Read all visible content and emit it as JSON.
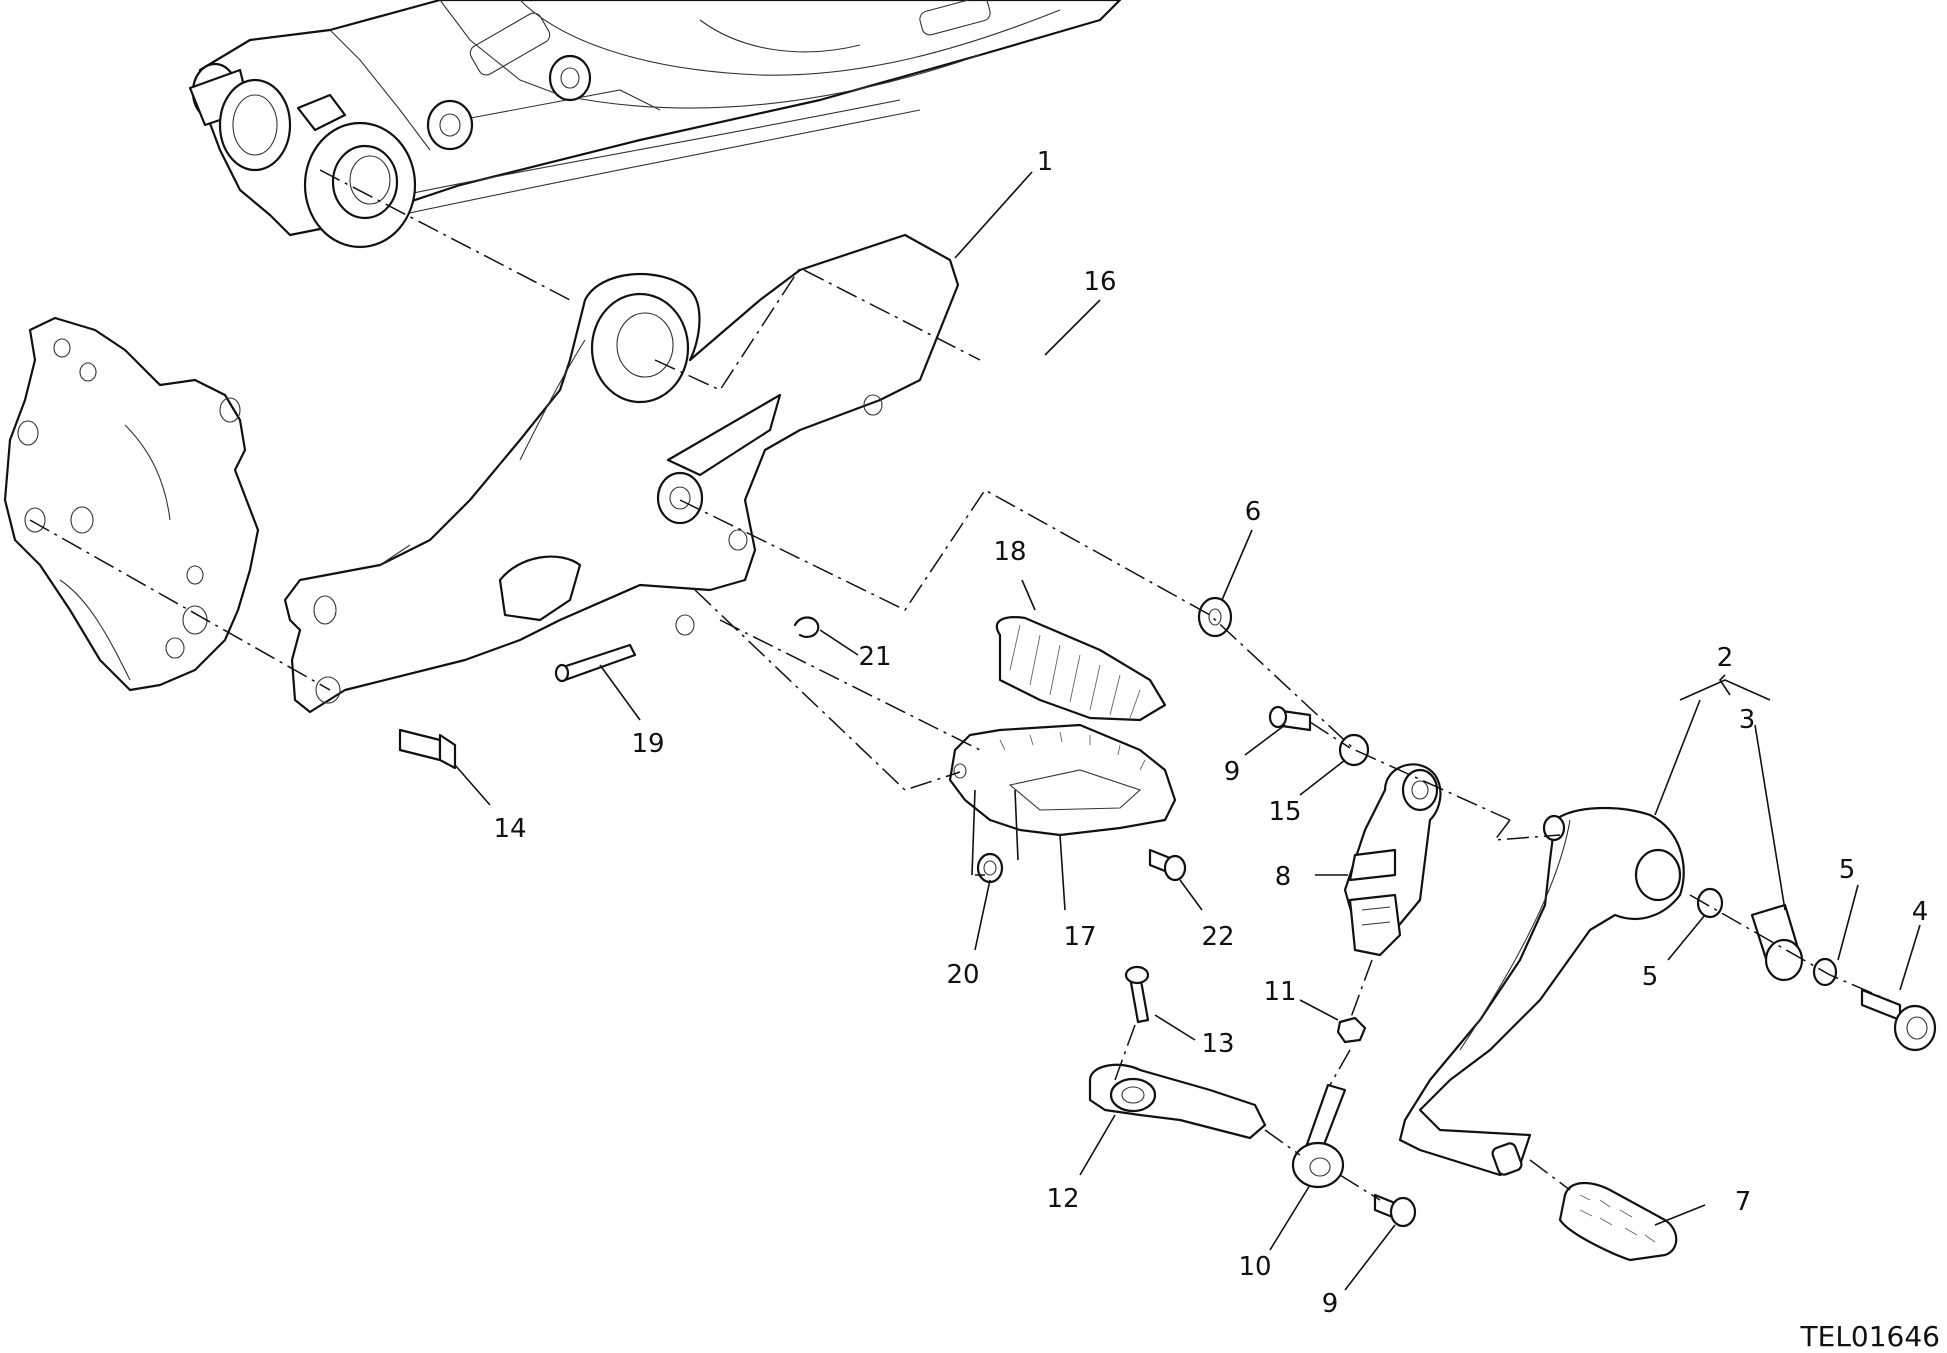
{
  "diagram": {
    "drawing_code": "TEL01646",
    "callouts": [
      "1",
      "16",
      "6",
      "18",
      "21",
      "19",
      "14",
      "2",
      "3",
      "5",
      "5",
      "4",
      "9",
      "15",
      "8",
      "22",
      "17",
      "20",
      "11",
      "13",
      "12",
      "10",
      "9",
      "7"
    ]
  },
  "icons": {
    "swingarm": "swingarm-icon",
    "frame_plate": "frame-plate-icon",
    "footpeg_bracket": "footpeg-bracket-icon",
    "footpeg": "footpeg-icon",
    "rubber_insert": "rubber-insert-icon",
    "shift_lever": "gear-lever-icon",
    "sensor": "sensor-icon",
    "linkage_rod": "linkage-rod-icon",
    "shift_arm": "shift-arm-icon",
    "lever_pad": "lever-pad-icon",
    "bolt": "bolt-icon",
    "washer": "washer-icon",
    "spring": "spring-icon",
    "bushing": "bushing-icon",
    "nut": "nut-icon",
    "pin": "pin-icon",
    "clip": "clip-icon"
  }
}
